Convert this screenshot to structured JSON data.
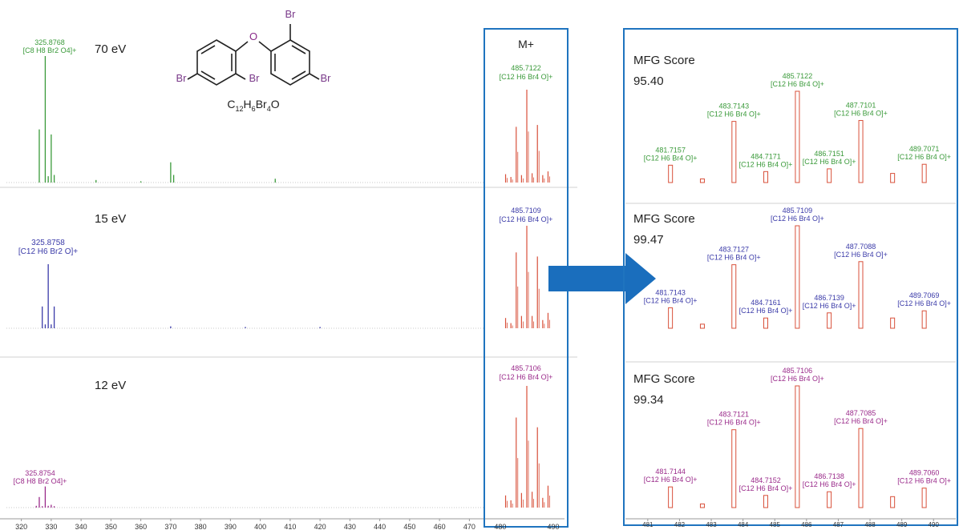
{
  "molecule": {
    "formula_parts": [
      "C",
      "12",
      "H",
      "6",
      "Br",
      "4",
      "O"
    ],
    "oxygen_label": "O",
    "bromine_label": "Br"
  },
  "colors": {
    "spectrum_70ev": "#3a9a3a",
    "spectrum_15ev": "#3a3aa8",
    "spectrum_12ev": "#9a2a8a",
    "isotope_red": "#d8503a",
    "frame_blue": "#1f74bf",
    "arrow_blue": "#1a6ebd",
    "molecule_bond": "#222222",
    "bromine": "#7a3a8a",
    "oxygen": "#8a2a8a"
  },
  "m_plus_label": "M+",
  "chart_data": [
    {
      "type": "bar",
      "panel": "full-spectrum",
      "energy_label": "70 eV",
      "base_peak": {
        "mz": "325.8768",
        "formula": "[C8 H8 Br2 O4]+"
      },
      "x": [
        326,
        328,
        329,
        330,
        331,
        370,
        371,
        345,
        360,
        405
      ],
      "values": [
        0.42,
        1.0,
        0.05,
        0.38,
        0.06,
        0.16,
        0.06,
        0.02,
        0.01,
        0.03
      ]
    },
    {
      "type": "bar",
      "panel": "full-spectrum",
      "energy_label": "15 eV",
      "base_peak": {
        "mz": "325.8758",
        "formula": "[C12 H6 Br2 O]+"
      },
      "x": [
        327,
        328,
        329,
        330,
        331,
        370,
        395,
        420
      ],
      "values": [
        0.34,
        0.06,
        1.0,
        0.06,
        0.34,
        0.03,
        0.02,
        0.02
      ]
    },
    {
      "type": "bar",
      "panel": "full-spectrum",
      "energy_label": "12 eV",
      "base_peak": {
        "mz": "325.8754",
        "formula": "[C8 H8 Br2 O4]+"
      },
      "x": [
        325,
        326,
        327,
        328,
        329,
        330,
        331
      ],
      "values": [
        0.05,
        0.3,
        0.04,
        0.6,
        0.05,
        0.08,
        0.04
      ]
    },
    {
      "type": "bar",
      "panel": "m-plus-window",
      "x": [
        481,
        482,
        483,
        484,
        485,
        486,
        487,
        488,
        489
      ],
      "values": [
        0.09,
        0.06,
        0.6,
        0.08,
        1.0,
        0.1,
        0.62,
        0.08,
        0.12
      ]
    },
    {
      "type": "bar",
      "panel": "m-plus-window",
      "x": [
        481,
        482,
        483,
        484,
        485,
        486,
        487,
        488,
        489
      ],
      "values": [
        0.1,
        0.05,
        0.74,
        0.12,
        1.0,
        0.12,
        0.7,
        0.08,
        0.15
      ]
    },
    {
      "type": "bar",
      "panel": "m-plus-window",
      "x": [
        481,
        482,
        483,
        484,
        485,
        486,
        487,
        488,
        489
      ],
      "values": [
        0.1,
        0.06,
        0.74,
        0.12,
        1.0,
        0.13,
        0.66,
        0.08,
        0.18
      ]
    },
    {
      "type": "bar",
      "panel": "isotope-zoom",
      "score_label": "MFG Score",
      "score": "95.40",
      "x": [
        481.7157,
        482.72,
        483.7143,
        484.7171,
        485.7122,
        486.7151,
        487.7101,
        488.71,
        489.7071
      ],
      "values": [
        0.19,
        0.04,
        0.67,
        0.12,
        1.0,
        0.15,
        0.68,
        0.1,
        0.2
      ],
      "labels": [
        {
          "mz": "481.7157",
          "formula": "[C12 H6 Br4 O]+"
        },
        null,
        {
          "mz": "483.7143",
          "formula": "[C12 H6 Br4 O]+"
        },
        {
          "mz": "484.7171",
          "formula": "[C12 H6 Br4 O]+"
        },
        {
          "mz": "485.7122",
          "formula": "[C12 H6 Br4 O]+"
        },
        {
          "mz": "486.7151",
          "formula": "[C12 H6 Br4 O]+"
        },
        {
          "mz": "487.7101",
          "formula": "[C12 H6 Br4 O]+"
        },
        null,
        {
          "mz": "489.7071",
          "formula": "[C12 H6 Br4 O]+"
        }
      ]
    },
    {
      "type": "bar",
      "panel": "isotope-zoom",
      "score_label": "MFG Score",
      "score": "99.47",
      "x": [
        481.7143,
        482.72,
        483.7127,
        484.7161,
        485.7109,
        486.7139,
        487.7088,
        488.71,
        489.7069
      ],
      "values": [
        0.2,
        0.04,
        0.62,
        0.1,
        1.0,
        0.15,
        0.65,
        0.1,
        0.17
      ],
      "labels": [
        {
          "mz": "481.7143",
          "formula": "[C12 H6 Br4 O]+"
        },
        null,
        {
          "mz": "483.7127",
          "formula": "[C12 H6 Br4 O]+"
        },
        {
          "mz": "484.7161",
          "formula": "[C12 H6 Br4 O]+"
        },
        {
          "mz": "485.7109",
          "formula": "[C12 H6 Br4 O]+"
        },
        {
          "mz": "486.7139",
          "formula": "[C12 H6 Br4 O]+"
        },
        {
          "mz": "487.7088",
          "formula": "[C12 H6 Br4 O]+"
        },
        null,
        {
          "mz": "489.7069",
          "formula": "[C12 H6 Br4 O]+"
        }
      ]
    },
    {
      "type": "bar",
      "panel": "isotope-zoom",
      "score_label": "MFG Score",
      "score": "99.34",
      "x": [
        481.7144,
        482.72,
        483.7121,
        484.7152,
        485.7106,
        486.7138,
        487.7085,
        488.71,
        489.706
      ],
      "values": [
        0.17,
        0.03,
        0.64,
        0.1,
        1.0,
        0.13,
        0.65,
        0.09,
        0.16
      ],
      "labels": [
        {
          "mz": "481.7144",
          "formula": "[C12 H6 Br4 O]+"
        },
        null,
        {
          "mz": "483.7121",
          "formula": "[C12 H6 Br4 O]+"
        },
        {
          "mz": "484.7152",
          "formula": "[C12 H6 Br4 O]+"
        },
        {
          "mz": "485.7106",
          "formula": "[C12 H6 Br4 O]+"
        },
        {
          "mz": "486.7138",
          "formula": "[C12 H6 Br4 O]+"
        },
        {
          "mz": "487.7085",
          "formula": "[C12 H6 Br4 O]+"
        },
        null,
        {
          "mz": "489.7060",
          "formula": "[C12 H6 Br4 O]+"
        }
      ]
    }
  ],
  "axes": {
    "full_ticks": [
      "320",
      "330",
      "340",
      "350",
      "360",
      "370",
      "380",
      "390",
      "400",
      "410",
      "420",
      "430",
      "440",
      "450",
      "460",
      "470"
    ],
    "m_plus_ticks": [
      "480",
      "490"
    ],
    "zoom_ticks": [
      "481",
      "482",
      "483",
      "484",
      "485",
      "486",
      "487",
      "488",
      "489",
      "490"
    ]
  }
}
